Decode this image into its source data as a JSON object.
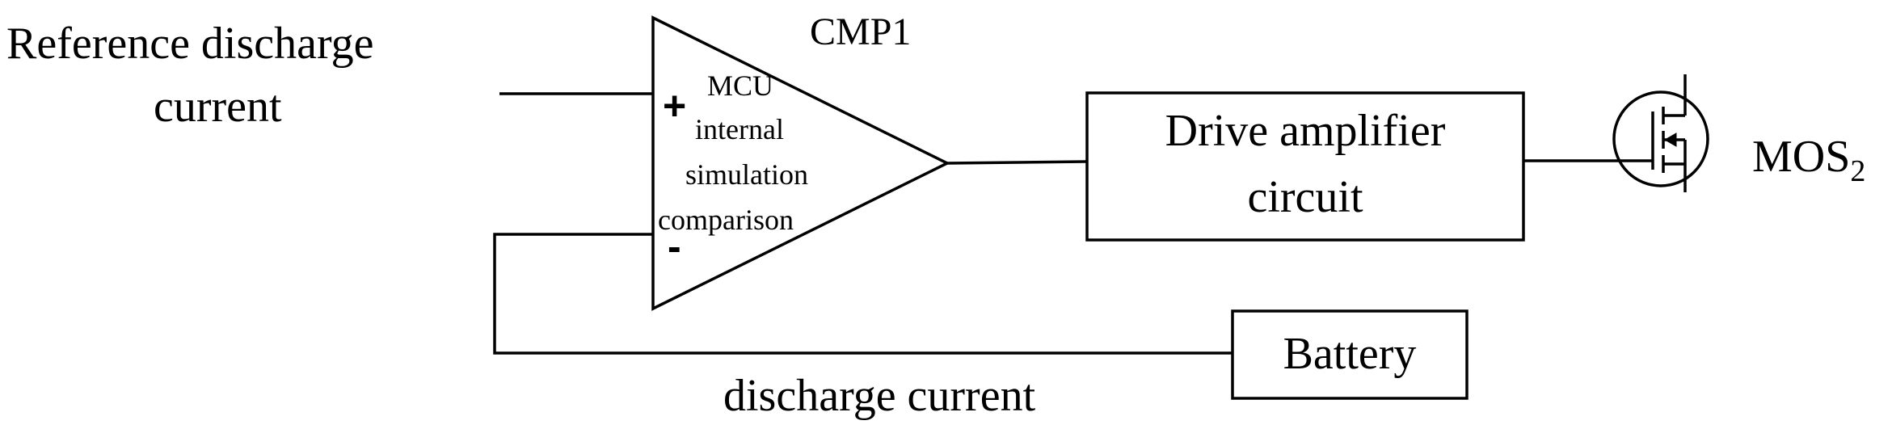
{
  "labels": {
    "reference_line1": "Reference discharge",
    "reference_line2": "current",
    "comparator_name": "CMP1",
    "plus_sign": "+",
    "minus_sign": "-",
    "comparator_inner_1": "MCU",
    "comparator_inner_2": "internal",
    "comparator_inner_3": "simulation",
    "comparator_inner_4": "comparison",
    "drive_line1": "Drive amplifier",
    "drive_line2": "circuit",
    "mos_label": "MOS",
    "mos_subscript": "2",
    "battery": "Battery",
    "discharge_current": "discharge current"
  }
}
